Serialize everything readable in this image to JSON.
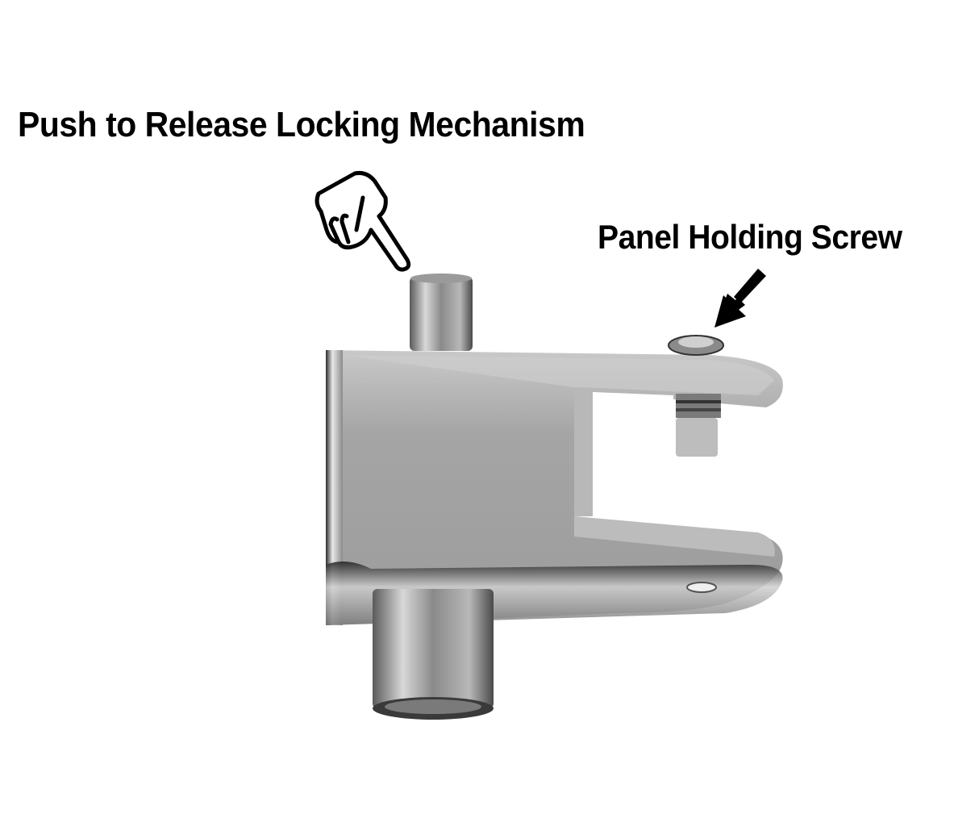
{
  "annotations": {
    "release_label": "Push to Release Locking Mechanism",
    "screw_label": "Panel Holding Screw"
  },
  "icons": {
    "pointer": "pointing-hand-icon",
    "arrow": "arrow-down-left-icon"
  },
  "part": {
    "description": "Chrome glass clamp hinge bracket with spring locking pin",
    "color_base": "#a8a8a8",
    "color_highlight": "#e6e6e6",
    "color_shadow": "#3a3a3a"
  }
}
